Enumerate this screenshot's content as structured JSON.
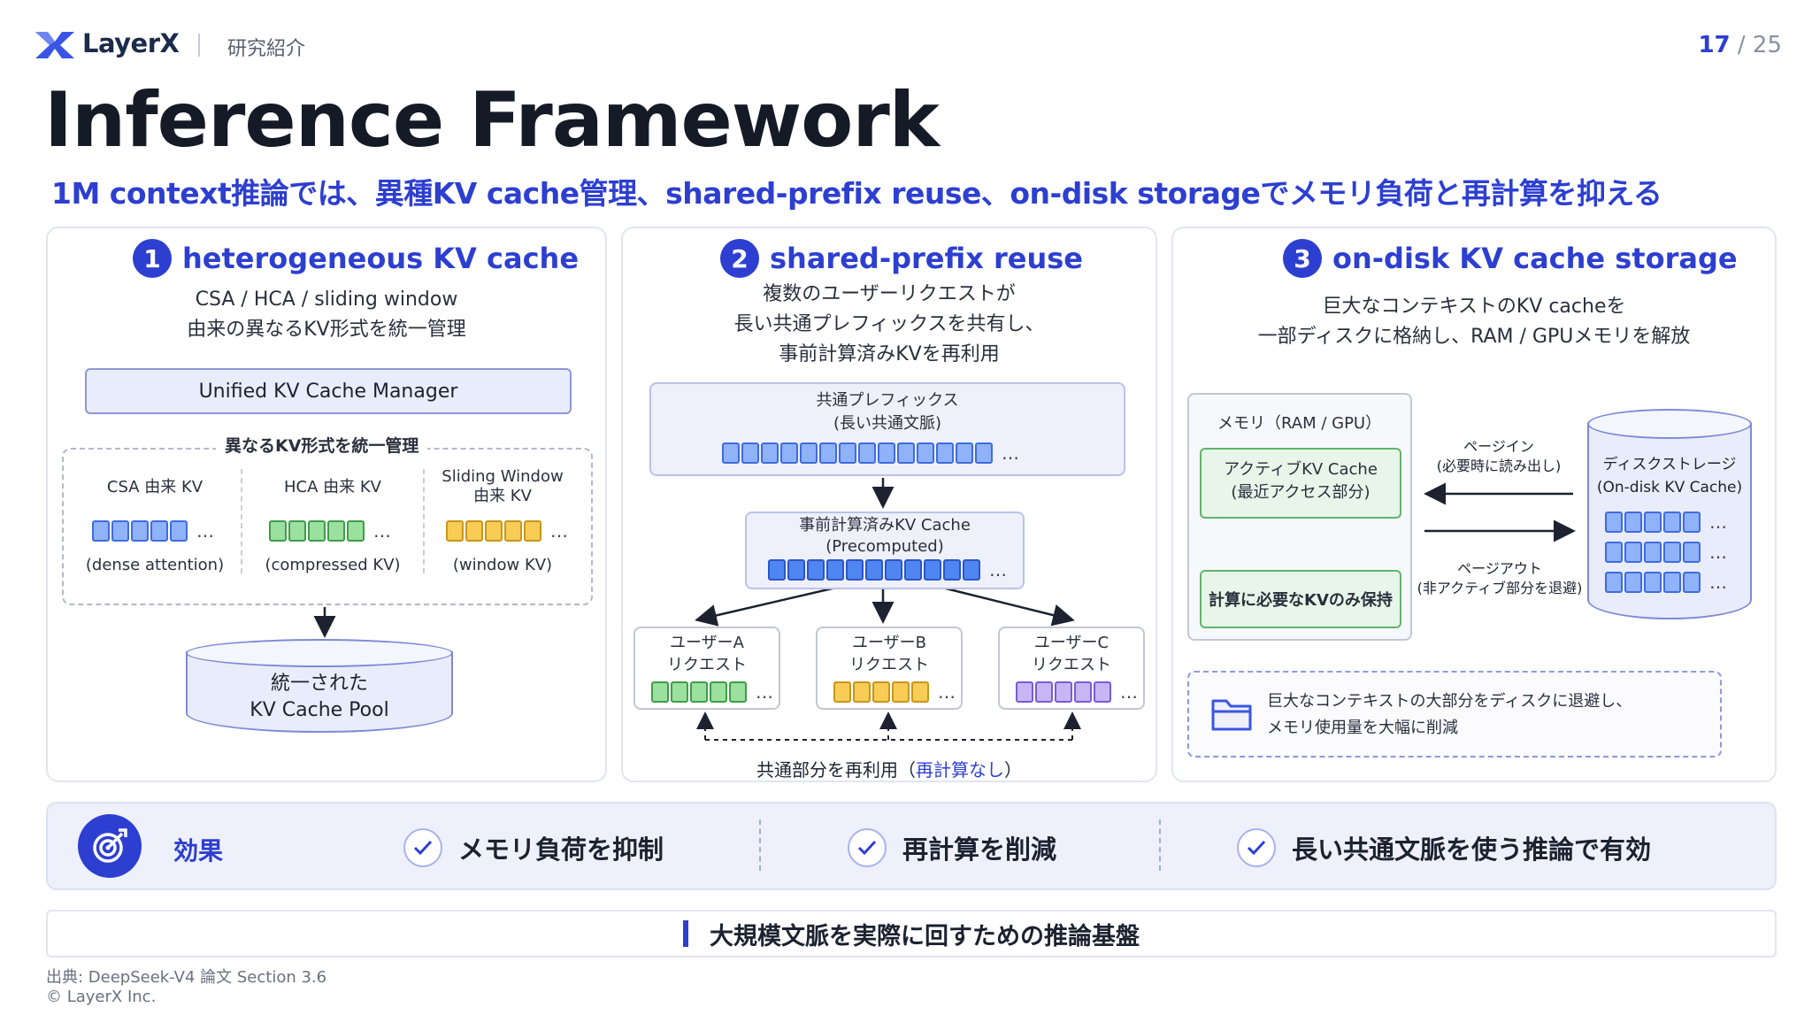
{
  "header": {
    "brand": "LayerX",
    "section": "研究紹介",
    "page_current": "17",
    "page_total": "/ 25"
  },
  "title": "Inference Framework",
  "subtitle": "1M context推論では、異種KV cache管理、shared-prefix reuse、on-disk storageでメモリ負荷と再計算を抑える",
  "panel1": {
    "number": "1",
    "title": "heterogeneous KV cache",
    "desc1": "CSA / HCA / sliding window",
    "desc2": "由来の異なるKV形式を統一管理",
    "manager": "Unified KV Cache Manager",
    "group_label": "異なるKV形式を統一管理",
    "columns": [
      {
        "name": "CSA 由来 KV",
        "note": "(dense attention)"
      },
      {
        "name": "HCA 由来 KV",
        "note": "(compressed KV)"
      },
      {
        "name1": "Sliding Window",
        "name2": "由来 KV",
        "note": "(window KV)"
      }
    ],
    "dots": "…",
    "pool1": "統一された",
    "pool2": "KV Cache Pool"
  },
  "panel2": {
    "number": "2",
    "title": "shared-prefix reuse",
    "desc1": "複数のユーザーリクエストが",
    "desc2": "長い共通プレフィックスを共有し、",
    "desc3": "事前計算済みKVを再利用",
    "prefix1": "共通プレフィックス",
    "prefix2": "(長い共通文脈)",
    "pre1": "事前計算済みKV Cache",
    "pre2": "(Precomputed)",
    "users": [
      {
        "l1": "ユーザーA",
        "l2": "リクエスト"
      },
      {
        "l1": "ユーザーB",
        "l2": "リクエスト"
      },
      {
        "l1": "ユーザーC",
        "l2": "リクエスト"
      }
    ],
    "reuse_text": "共通部分を再利用（",
    "reuse_highlight": "再計算なし",
    "reuse_end": "）",
    "dots": "…"
  },
  "panel3": {
    "number": "3",
    "title": "on-disk KV cache storage",
    "desc1": "巨大なコンテキストのKV cacheを",
    "desc2": "一部ディスクに格納し、RAM / GPUメモリを解放",
    "memory_label": "メモリ（RAM / GPU）",
    "active1": "アクティブKV Cache",
    "active2": "(最近アクセス部分)",
    "keep": "計算に必要なKVのみ保持",
    "page_in1": "ページイン",
    "page_in2": "(必要時に読み出し)",
    "page_out1": "ページアウト",
    "page_out2": "(非アクティブ部分を退避)",
    "disk1": "ディスクストレージ",
    "disk2": "(On-disk KV Cache)",
    "note1": "巨大なコンテキストの大部分をディスクに退避し、",
    "note2": "メモリ使用量を大幅に削減",
    "dots": "…"
  },
  "effects": {
    "label": "効果",
    "items": [
      "メモリ負荷を抑制",
      "再計算を削減",
      "長い共通文脈を使う推論で有効"
    ]
  },
  "footer_text": "大規模文脈を実際に回すための推論基盤",
  "source": "出典: DeepSeek-V4 論文 Section 3.6",
  "copyright": "© LayerX Inc.",
  "colors": {
    "accent": "#2d3fd0",
    "blue_chip": "#8fb2f8",
    "green_chip": "#9be09e",
    "yellow_chip": "#f7cd55",
    "purple_chip": "#c7b6f4"
  }
}
